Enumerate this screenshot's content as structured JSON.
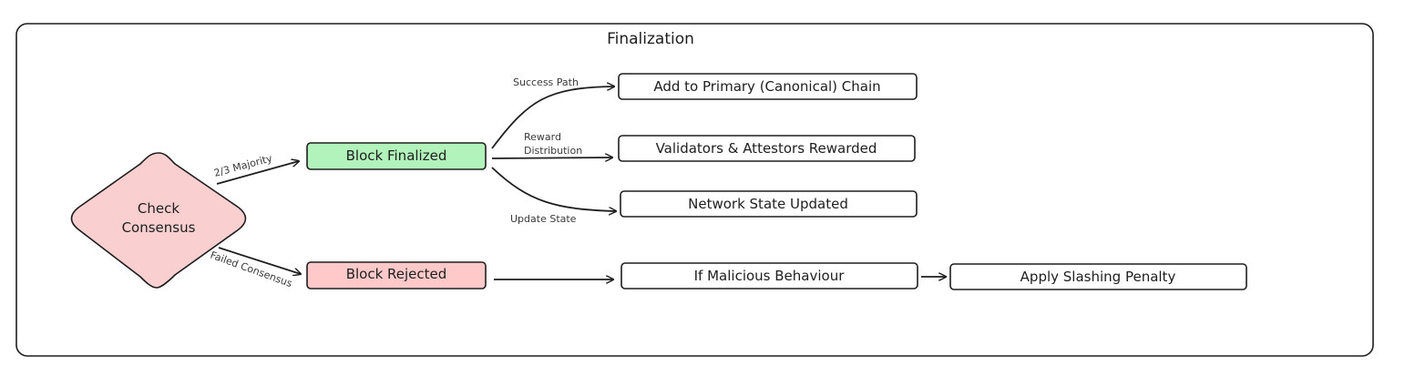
{
  "diagram": {
    "title": "Finalization",
    "colors": {
      "stroke": "#1e1e1e",
      "finalized_fill": "#b2f2bb",
      "rejected_fill": "#ffc9c9",
      "consensus_fill": "#f9cfd0"
    },
    "nodes": {
      "check_consensus": {
        "line1": "Check",
        "line2": "Consensus"
      },
      "block_finalized": "Block Finalized",
      "block_rejected": "Block Rejected",
      "primary_chain": "Add to Primary (Canonical) Chain",
      "rewarded": "Validators & Attestors Rewarded",
      "state_updated": "Network State Updated",
      "malicious": "If Malicious Behaviour",
      "slashing": "Apply Slashing Penalty"
    },
    "edges": {
      "majority": "2/3 Majority",
      "failed": "Failed Consensus",
      "success_path": "Success Path",
      "reward_distribution": {
        "line1": "Reward",
        "line2": "Distribution"
      },
      "update_state": "Update State"
    }
  }
}
